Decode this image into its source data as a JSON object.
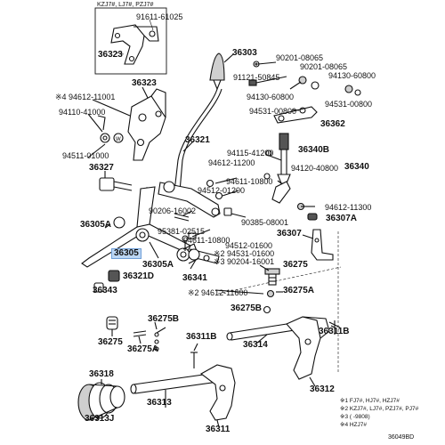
{
  "inset": {
    "model_note": "KZJ7#, LJ7#, PZJ7#",
    "labels": [
      "91611-61025",
      "36323"
    ]
  },
  "labels": {
    "l36323": "36323",
    "l94612_11001": "※4 94612-11001",
    "l94110_41000": "94110-41000",
    "l94511_01000": "94511-01000",
    "l36327": "36327",
    "l36305A": "36305A",
    "l36305": "36305",
    "l36343": "36343",
    "l36321D": "36321D",
    "l36303": "36303",
    "l91121_50845": "91121-50845",
    "l90201_08065a": "90201-08065",
    "l90201_08065b": "90201-08065",
    "l94130_60800a": "94130-60800",
    "l94130_60800b": "94130-60800",
    "l94531_00800a": "94531-00800",
    "l94531_00800b": "94531-00800",
    "l36362": "36362",
    "l36321": "36321",
    "l94115_41200": "94115-41200",
    "l94612_11200": "94612-11200",
    "l36340B": "36340B",
    "l94120_40800": "94120-40800",
    "l36340": "36340",
    "l94611_10800a": "94611-10800",
    "l94512_01200": "94512-01200",
    "l94612_11300": "94612-11300",
    "l90206_16002": "90206-16002",
    "l90385_08001": "90385-08001",
    "l36307A": "36307A",
    "l95381_02515": "95381-02515",
    "l94611_10800b": "94611-10800",
    "l36307": "36307",
    "l94512_01600": "94512-01600",
    "l94531_01600": "※2 94531-01600",
    "l90204_16001": "※3 90204-16001",
    "l36305A2": "36305A",
    "l36341": "36341",
    "l36275": "36275",
    "l94612_11600": "※2 94612-11600",
    "l36275A": "36275A",
    "l36275B_a": "36275B",
    "l36275B_b": "36275B",
    "l36275_b": "36275",
    "l36275A_b": "36275A",
    "l36311B_a": "36311B",
    "l36314": "36314",
    "l36311B_b": "36311B",
    "l36318": "36318",
    "l36313": "36313",
    "l36313J": "36313J",
    "l36311": "36311",
    "l36312": "36312"
  },
  "notes": [
    "※1 FJ7#, HJ7#, HZJ7#",
    "※2 KZJ7#, LJ7#, PZJ7#, PJ7#",
    "※3 (     -9808)",
    "※4 HZJ7#"
  ],
  "figure_code": "36049BD"
}
